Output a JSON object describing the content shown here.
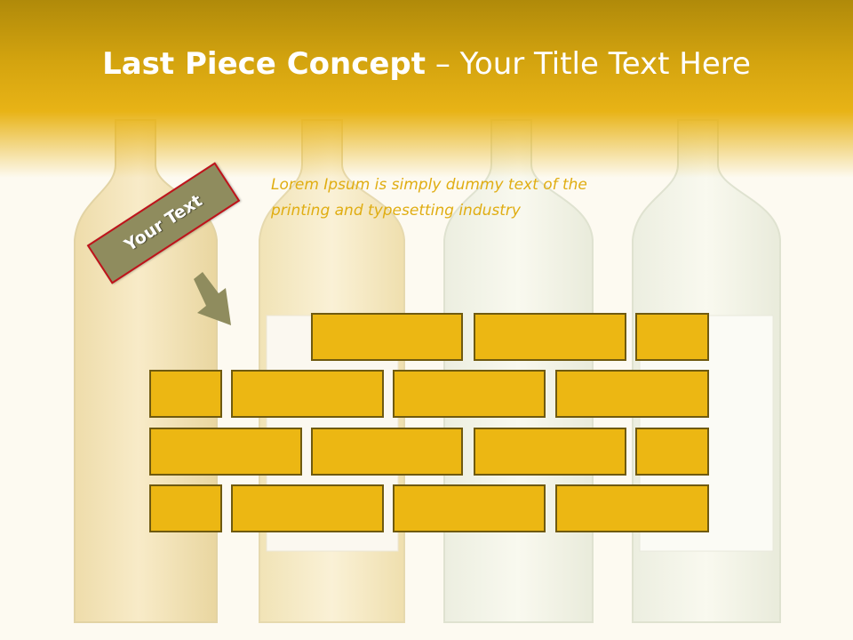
{
  "title": {
    "bold": "Last Piece Concept",
    "light": "– Your Title Text Here"
  },
  "body_text": {
    "line1": "Lorem Ipsum is simply dummy text of the",
    "line2": "printing and typesetting industry"
  },
  "tag": {
    "label": "Your Text"
  },
  "colors": {
    "header_gold": "#e8b316",
    "brick_fill": "#ecb713",
    "brick_border": "#6f5a10",
    "tag_fill": "#8f8c5e",
    "tag_border": "#c0121b",
    "body_text": "#e0ad12"
  },
  "icons": {
    "arrow": "arrow-down-right-icon"
  }
}
